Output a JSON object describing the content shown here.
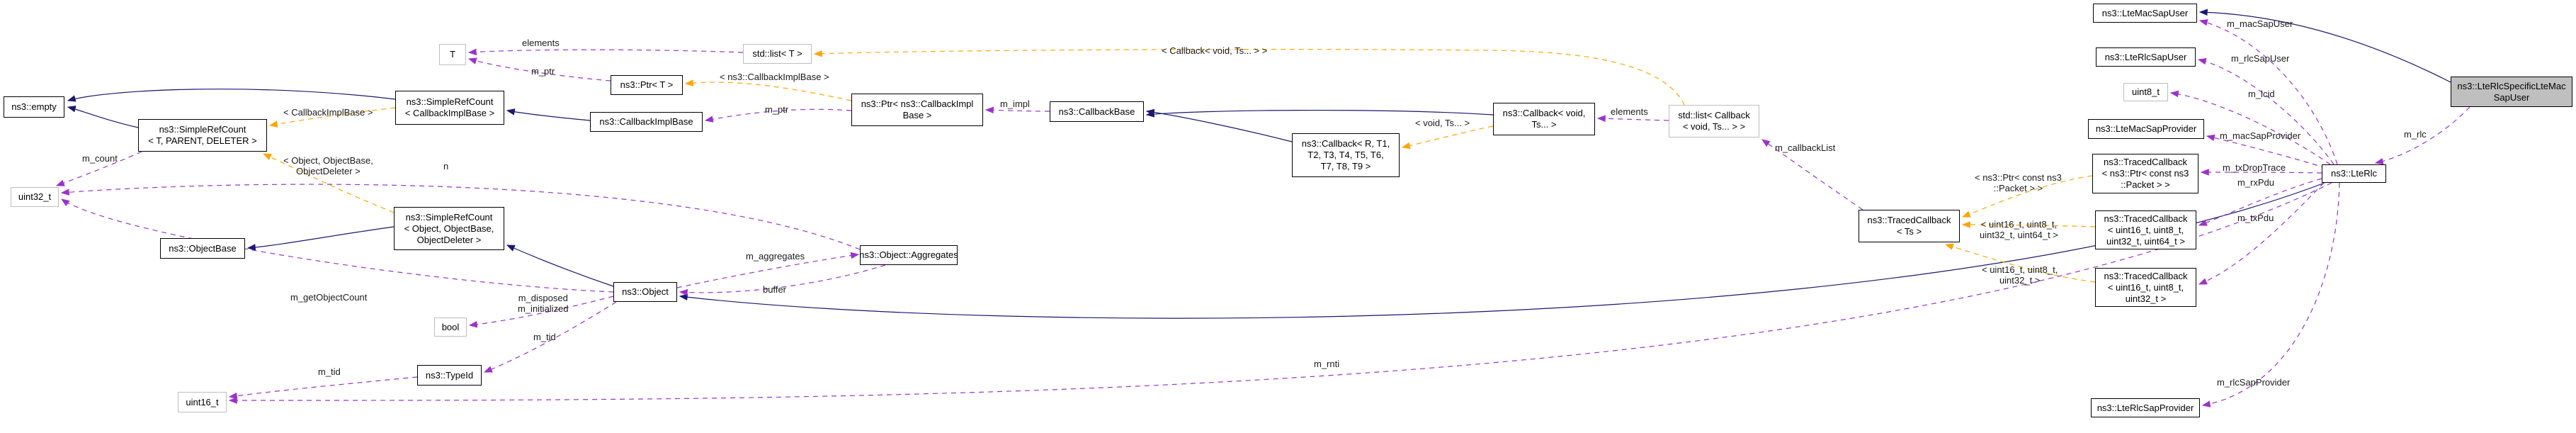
{
  "diagram": {
    "colors": {
      "inheritance_edge": "#191970",
      "usage_edge": "#9a32cd",
      "template_edge": "#ffa500",
      "node_border": "#000000",
      "external_node_border": "#bebebe",
      "highlight_fill": "#bfbfbf",
      "background": "#ffffff"
    },
    "nodes": {
      "empty": "ns3::empty",
      "srcT": "ns3::SimpleRefCount\n< T, PARENT, DELETER >",
      "uint32": "uint32_t",
      "T": "T",
      "ptrT": "ns3::Ptr< T >",
      "listT": "std::list< T >",
      "srcCib": "ns3::SimpleRefCount\n< CallbackImplBase >",
      "cib": "ns3::CallbackImplBase",
      "ptrCib": "ns3::Ptr< ns3::CallbackImpl\nBase >",
      "cbBase": "ns3::CallbackBase",
      "cbR": "ns3::Callback< R, T1,\nT2, T3, T4, T5, T6,\nT7, T8, T9 >",
      "cbVoid": "ns3::Callback< void,\nTs... >",
      "listCb": "std::list< Callback\n< void, Ts... > >",
      "tcTs": "ns3::TracedCallback\n< Ts >",
      "lteMacSapUser": "ns3::LteMacSapUser",
      "lteRlcSapUser": "ns3::LteRlcSapUser",
      "uint8": "uint8_t",
      "lteMacSapProvider": "ns3::LteMacSapProvider",
      "tcPacket": "ns3::TracedCallback\n< ns3::Ptr< const ns3\n::Packet > >",
      "tcU64": "ns3::TracedCallback\n< uint16_t, uint8_t,\nuint32_t, uint64_t >",
      "tcU32": "ns3::TracedCallback\n< uint16_t, uint8_t,\nuint32_t >",
      "lteRlc": "ns3::LteRlc",
      "main": "ns3::LteRlcSpecificLteMac\nSapUser",
      "objectBase": "ns3::ObjectBase",
      "srcObj": "ns3::SimpleRefCount\n< Object, ObjectBase,\nObjectDeleter >",
      "object": "ns3::Object",
      "aggregates": "ns3::Object::Aggregates",
      "bool": "bool",
      "typeId": "ns3::TypeId",
      "uint16": "uint16_t",
      "lteRlcSapProvider": "ns3::LteRlcSapProvider"
    },
    "edge_labels": {
      "elements_top": "elements",
      "m_ptr_top": "m_ptr",
      "tmpl_listCb": "< Callback< void, Ts... > >",
      "tmpl_cib": "< CallbackImplBase >",
      "tmpl_obj": "< Object, ObjectBase,\nObjectDeleter >",
      "m_count": "m_count",
      "tmpl_ptrCib": "< ns3::CallbackImplBase >",
      "m_ptr_cib": "m_ptr",
      "m_impl": "m_impl",
      "tmpl_void": "< void, Ts... >",
      "elements_cb": "elements",
      "m_callbackList": "m_callbackList",
      "tmpl_packet": "< ns3::Ptr< const ns3\n::Packet > >",
      "tmpl_u64": "< uint16_t, uint8_t,\nuint32_t, uint64_t >",
      "tmpl_u32": "< uint16_t, uint8_t,\nuint32_t >",
      "m_macSapUser": "m_macSapUser",
      "m_rlcSapUser": "m_rlcSapUser",
      "m_lcid": "m_lcid",
      "m_macSapProvider": "m_macSapProvider",
      "m_txDropTrace": "m_txDropTrace",
      "m_rxPdu": "m_rxPdu",
      "m_txPdu": "m_txPdu",
      "m_rlc": "m_rlc",
      "n": "n",
      "m_getObjectCount": "m_getObjectCount",
      "m_disposed_initialized": "m_disposed\nm_initialized",
      "m_tid_object": "m_tid",
      "m_tid_typeid": "m_tid",
      "m_aggregates": "m_aggregates",
      "buffer": "buffer",
      "m_rnti": "m_rnti",
      "m_rlcSapProvider": "m_rlcSapProvider"
    }
  }
}
